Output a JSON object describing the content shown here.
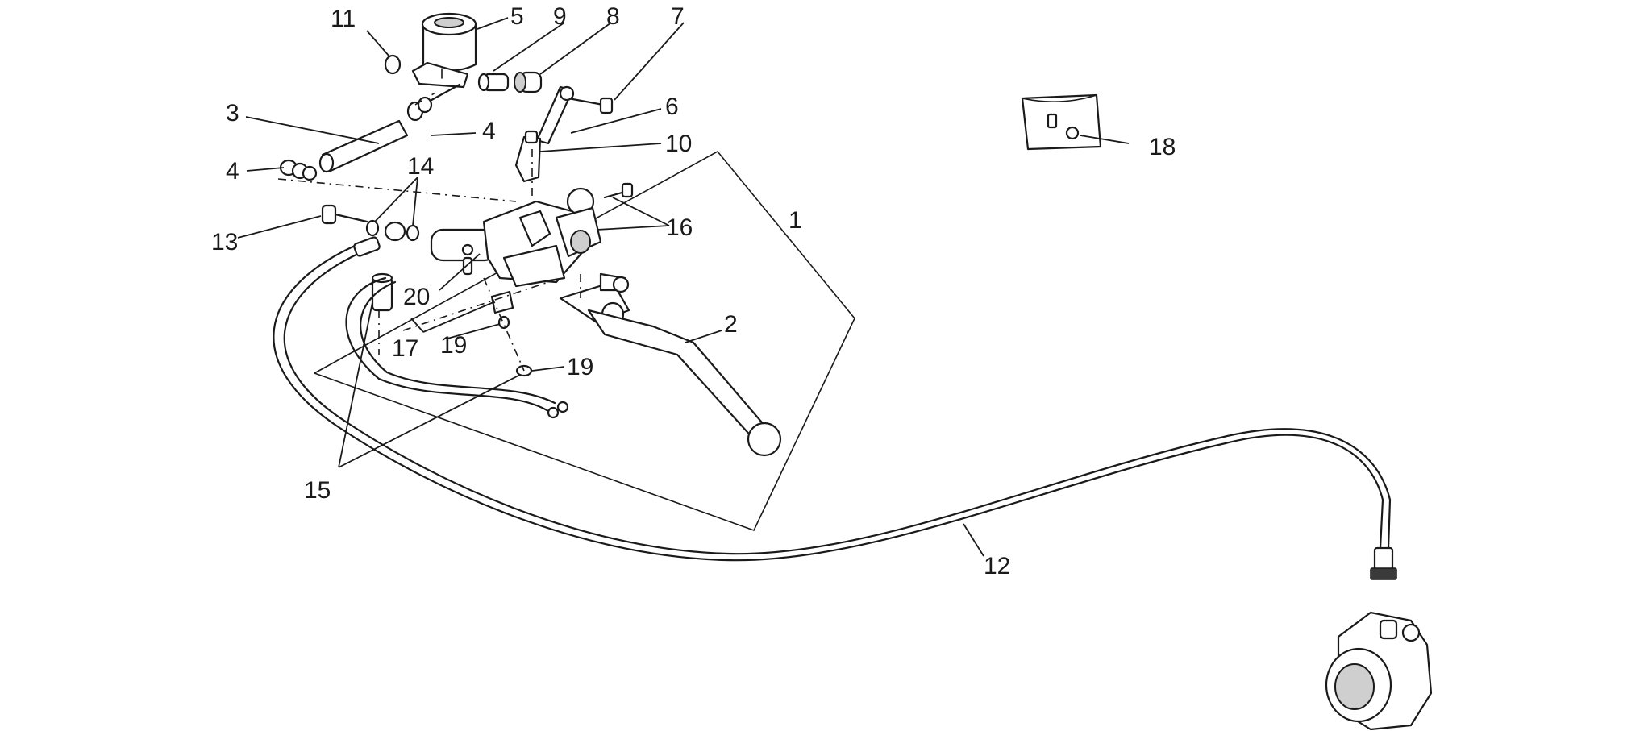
{
  "callouts": [
    {
      "id": "c11",
      "text": "11"
    },
    {
      "id": "c5",
      "text": "5"
    },
    {
      "id": "c9",
      "text": "9"
    },
    {
      "id": "c8",
      "text": "8"
    },
    {
      "id": "c7",
      "text": "7"
    },
    {
      "id": "c3",
      "text": "3"
    },
    {
      "id": "c4a",
      "text": "4"
    },
    {
      "id": "c6",
      "text": "6"
    },
    {
      "id": "c10",
      "text": "10"
    },
    {
      "id": "c4b",
      "text": "4"
    },
    {
      "id": "c14",
      "text": "14"
    },
    {
      "id": "c13",
      "text": "13"
    },
    {
      "id": "c16",
      "text": "16"
    },
    {
      "id": "c1",
      "text": "1"
    },
    {
      "id": "c20",
      "text": "20"
    },
    {
      "id": "c2",
      "text": "2"
    },
    {
      "id": "c17",
      "text": "17"
    },
    {
      "id": "c19a",
      "text": "19"
    },
    {
      "id": "c19b",
      "text": "19"
    },
    {
      "id": "c15",
      "text": "15"
    },
    {
      "id": "c12",
      "text": "12"
    },
    {
      "id": "c18",
      "text": "18"
    }
  ]
}
